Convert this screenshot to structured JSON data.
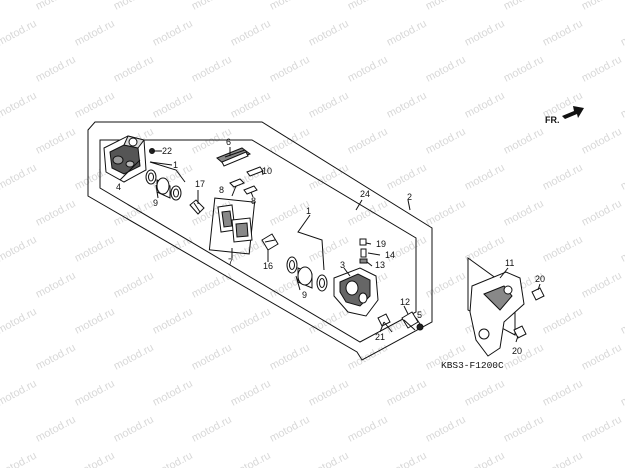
{
  "watermark": "motod.ru",
  "direction_label": "FR.",
  "diagram_code": "KBS3-F1200C",
  "part_numbers": {
    "p1_top": "1",
    "p1_bottom": "1",
    "p2": "2",
    "p3": "3",
    "p4": "4",
    "p5": "5",
    "p6": "6",
    "p7": "7",
    "p8a": "8",
    "p8b": "8",
    "p9_top": "9",
    "p9_bottom": "9",
    "p10": "10",
    "p11": "11",
    "p12": "12",
    "p13": "13",
    "p14": "14",
    "p16": "16",
    "p17": "17",
    "p19": "19",
    "p20_top": "20",
    "p20_bottom": "20",
    "p21": "21",
    "p22": "22",
    "p24": "24"
  }
}
